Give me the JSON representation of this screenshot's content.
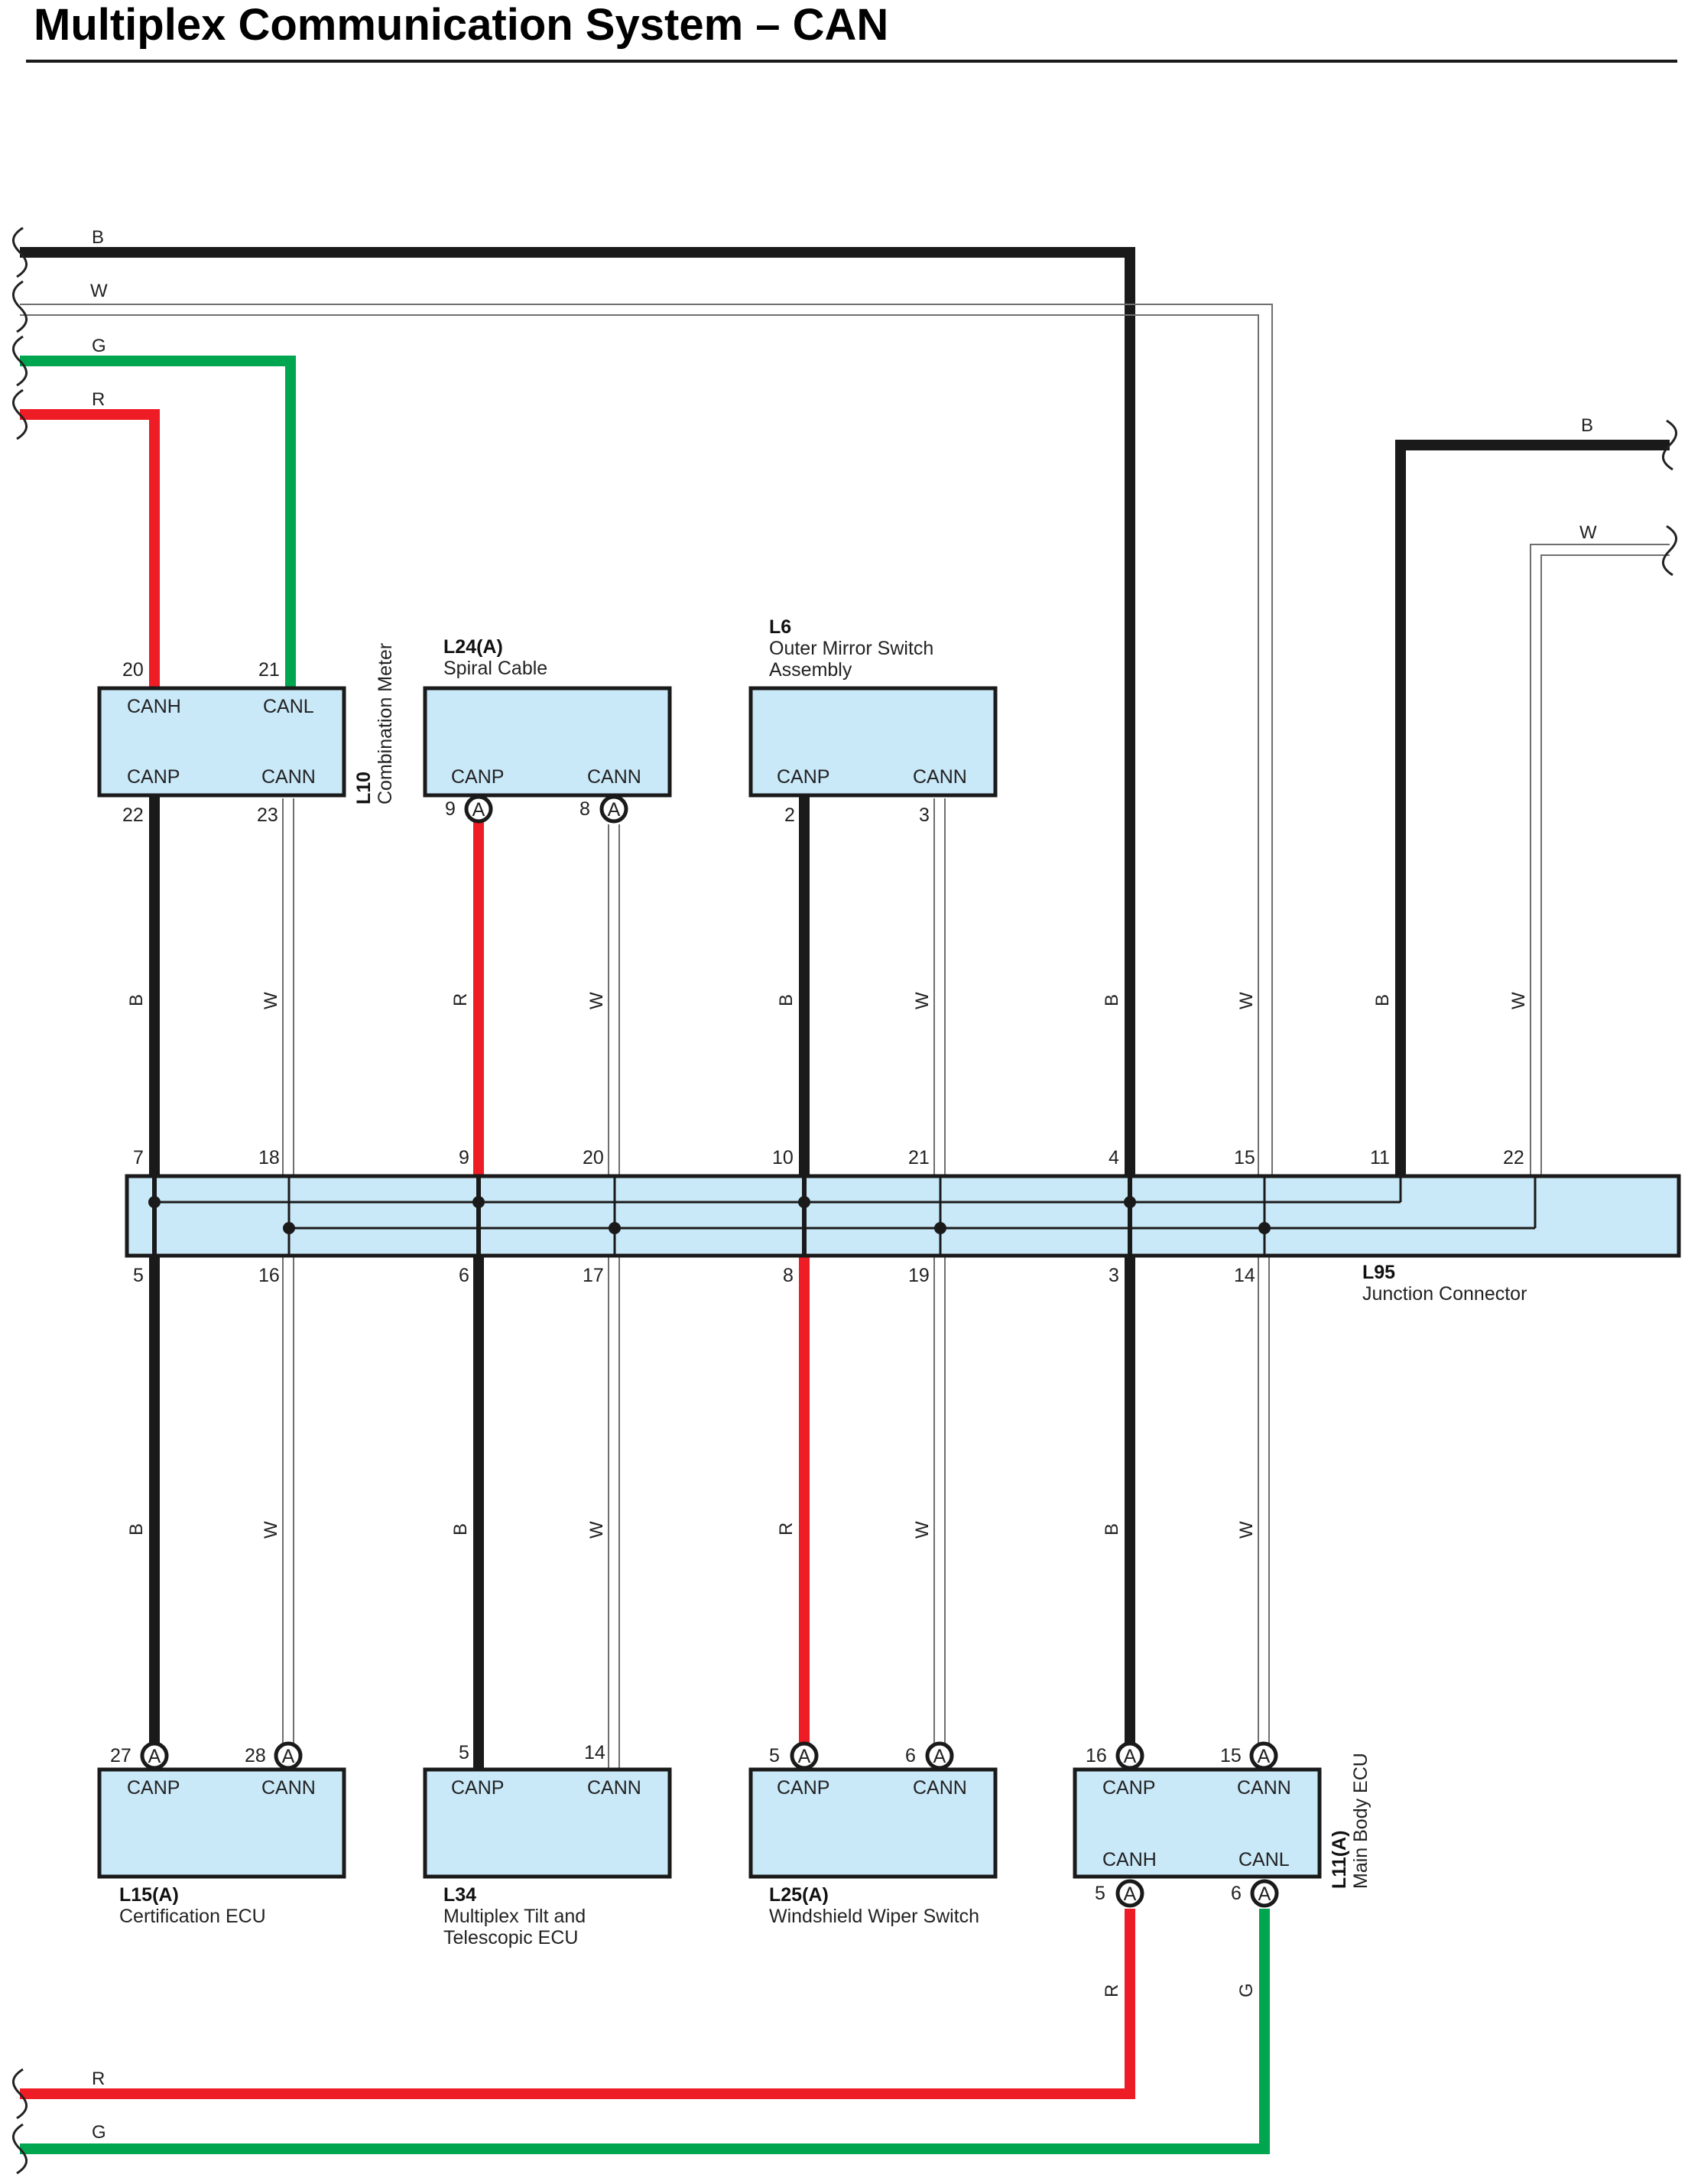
{
  "title": "Multiplex Communication System – CAN",
  "colors": {
    "B": "#1a1a1a",
    "W": "#ffffff",
    "R": "#ee1c25",
    "G": "#00a550",
    "box": "#c9e8f8"
  },
  "wire_codes": {
    "B": "B",
    "W": "W",
    "G": "G",
    "R": "R"
  },
  "components": {
    "l10": {
      "id": "L10",
      "name": "Combination Meter",
      "top_left": "CANH",
      "top_right": "CANL",
      "bottom_left": "CANP",
      "bottom_right": "CANN",
      "pin_tl": "20",
      "pin_tr": "21",
      "pin_bl": "22",
      "pin_br": "23"
    },
    "l24": {
      "id": "L24(A)",
      "name": "Spiral Cable",
      "bottom_left": "CANP",
      "bottom_right": "CANN",
      "pin_bl": "9",
      "pin_br": "8",
      "conn": "A"
    },
    "l6": {
      "id": "L6",
      "name_line1": "Outer Mirror Switch",
      "name_line2": "Assembly",
      "bottom_left": "CANP",
      "bottom_right": "CANN",
      "pin_bl": "2",
      "pin_br": "3"
    },
    "l95": {
      "id": "L95",
      "name": "Junction Connector",
      "top_pins": [
        "7",
        "18",
        "9",
        "20",
        "10",
        "21",
        "4",
        "15",
        "11",
        "22"
      ],
      "bottom_pins": [
        "5",
        "16",
        "6",
        "17",
        "8",
        "19",
        "3",
        "14"
      ]
    },
    "l15": {
      "id": "L15(A)",
      "name": "Certification ECU",
      "top_left": "CANP",
      "top_right": "CANN",
      "pin_tl": "27",
      "pin_tr": "28",
      "conn": "A"
    },
    "l34": {
      "id": "L34",
      "name_line1": "Multiplex Tilt and",
      "name_line2": "Telescopic ECU",
      "top_left": "CANP",
      "top_right": "CANN",
      "pin_tl": "5",
      "pin_tr": "14"
    },
    "l25": {
      "id": "L25(A)",
      "name": "Windshield Wiper Switch",
      "top_left": "CANP",
      "top_right": "CANN",
      "pin_tl": "5",
      "pin_tr": "6",
      "conn": "A"
    },
    "l11": {
      "id": "L11(A)",
      "name": "Main Body ECU",
      "top_left": "CANP",
      "top_right": "CANN",
      "bottom_left": "CANH",
      "bottom_right": "CANL",
      "pin_tl": "16",
      "pin_tr": "15",
      "pin_bl": "5",
      "pin_br": "6",
      "conn": "A"
    }
  }
}
